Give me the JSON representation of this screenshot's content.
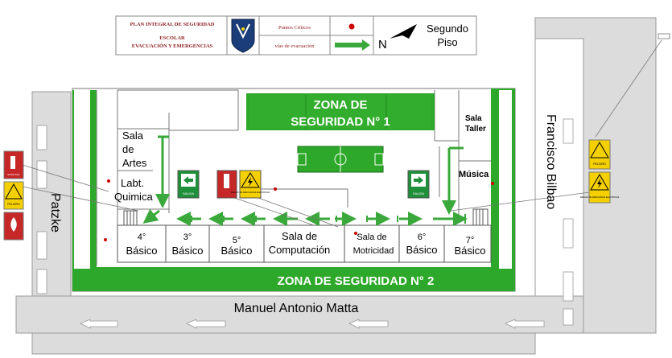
{
  "header": {
    "title_line1": "PLAN INTEGRAL DE SEGURIDAD",
    "title_line2": "ESCOLAR",
    "title_line3": "EVACUACIÓN Y EMERGENCIAS",
    "legend_points": "Puntos Críticos",
    "legend_routes": "vías de evacuación",
    "north": "N",
    "floor_line1": "Segundo",
    "floor_line2": "Piso"
  },
  "streets": {
    "left": "Patzke",
    "right": "Francisco Bilbao",
    "bottom": "Manuel Antonio Matta"
  },
  "zones": {
    "zone1_line1": "ZONA DE",
    "zone1_line2": "SEGURIDAD N° 1",
    "zone2": "ZONA DE SEGURIDAD N° 2"
  },
  "rooms": {
    "artes": [
      "Sala",
      "de",
      "Artes"
    ],
    "quimica": [
      "Labt.",
      "Quimica"
    ],
    "taller": [
      "Sala",
      "Taller"
    ],
    "musica": "Música",
    "computacion": [
      "Sala de",
      "Computación"
    ],
    "motricidad": [
      "Sala de",
      "Motricidad"
    ],
    "b4": [
      "4°",
      "Básico"
    ],
    "b3": [
      "3°",
      "Básico"
    ],
    "b5": [
      "5°",
      "Básico"
    ],
    "b6": [
      "6°",
      "Básico"
    ],
    "b7": [
      "7°",
      "Básico"
    ]
  },
  "signs": {
    "exit": "SALIDA",
    "danger": "PELIGRO",
    "extinguisher": "EXTINTOR",
    "electric_risk": "RIESGO DE DESCARGAS ELECTRICAS"
  },
  "colors": {
    "zone_green": "#2ea82a",
    "arrow_green": "#3aa83a",
    "critical_red": "#cc0000",
    "street_gray": "#dcdcdc"
  }
}
